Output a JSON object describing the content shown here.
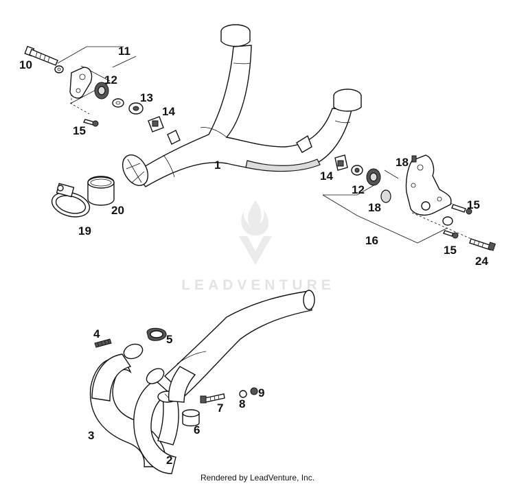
{
  "watermark": {
    "text": "LEADVENTURE"
  },
  "footer": {
    "text": "Rendered by LeadVenture, Inc."
  },
  "callouts": {
    "c1": "1",
    "c2": "2",
    "c3": "3",
    "c4": "4",
    "c5": "5",
    "c6": "6",
    "c7": "7",
    "c8": "8",
    "c9": "9",
    "c10": "10",
    "c11": "11",
    "c12a": "12",
    "c12b": "12",
    "c13": "13",
    "c14a": "14",
    "c14b": "14",
    "c15a": "15",
    "c15b": "15",
    "c15c": "15",
    "c16": "16",
    "c18a": "18",
    "c18b": "18",
    "c19": "19",
    "c20": "20",
    "c24": "24"
  }
}
